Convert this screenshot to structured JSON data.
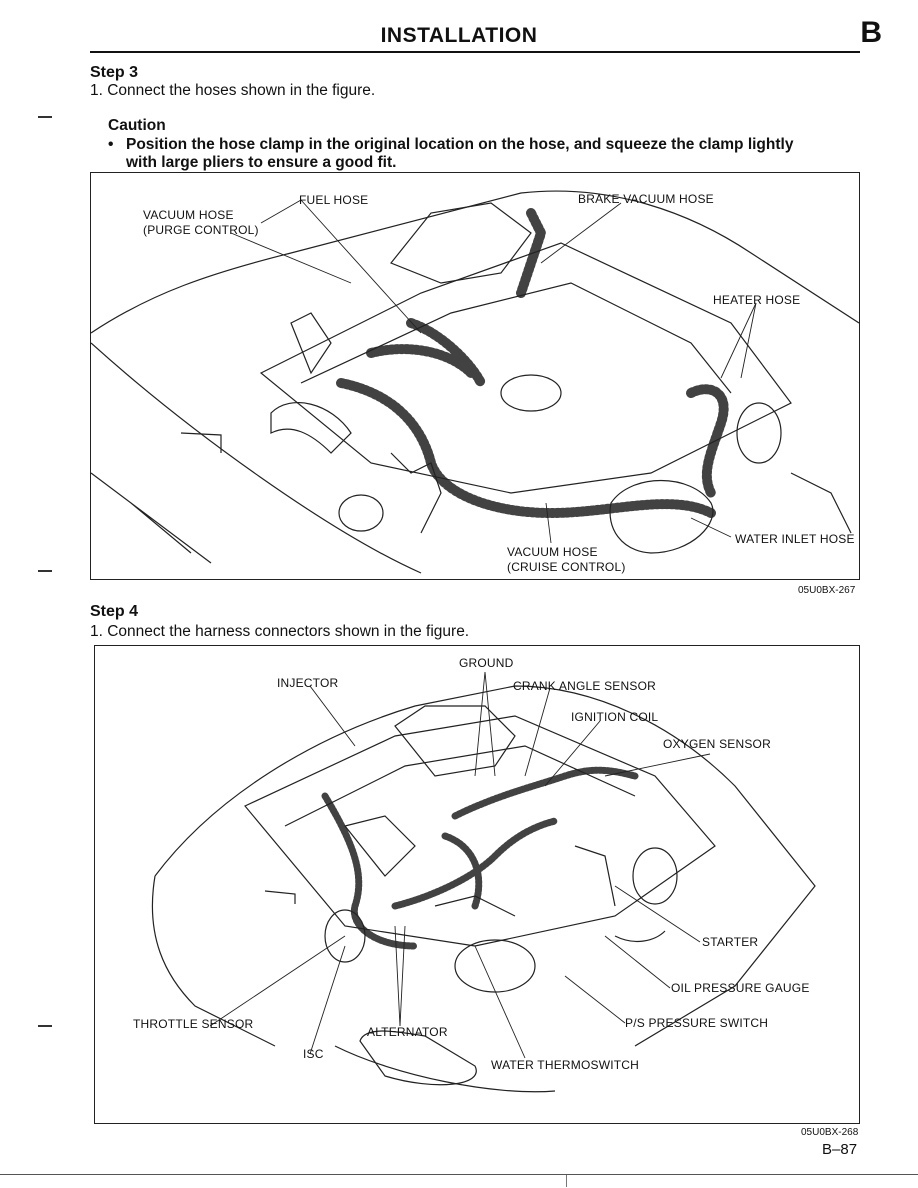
{
  "header": {
    "title": "INSTALLATION",
    "section_letter": "B"
  },
  "step3": {
    "heading": "Step 3",
    "instruction": "1. Connect the hoses shown in the figure.",
    "caution_title": "Caution",
    "caution_bullet": "•",
    "caution_line1": "Position the hose clamp in the original location on the hose, and squeeze the clamp lightly",
    "caution_line2": "with large pliers to ensure a good fit."
  },
  "figure1": {
    "labels": {
      "fuel_hose": "FUEL HOSE",
      "vacuum_purge_1": "VACUUM HOSE",
      "vacuum_purge_2": "(PURGE CONTROL)",
      "brake_vacuum": "BRAKE VACUUM HOSE",
      "heater_hose": "HEATER HOSE",
      "water_inlet": "WATER INLET HOSE",
      "vacuum_cruise_1": "VACUUM HOSE",
      "vacuum_cruise_2": "(CRUISE CONTROL)"
    },
    "figure_id": "05U0BX-267"
  },
  "step4": {
    "heading": "Step 4",
    "instruction": "1. Connect the harness connectors shown in the figure."
  },
  "figure2": {
    "labels": {
      "ground": "GROUND",
      "injector": "INJECTOR",
      "crank_angle": "CRANK ANGLE SENSOR",
      "ignition_coil": "IGNITION COIL",
      "oxygen_sensor": "OXYGEN SENSOR",
      "starter": "STARTER",
      "oil_pressure": "OIL PRESSURE GAUGE",
      "ps_pressure": "P/S PRESSURE SWITCH",
      "throttle_sensor": "THROTTLE SENSOR",
      "alternator": "ALTERNATOR",
      "isc": "ISC",
      "water_thermoswitch": "WATER THERMOSWITCH"
    },
    "figure_id": "05U0BX-268"
  },
  "footer": {
    "page_number": "B–87"
  }
}
